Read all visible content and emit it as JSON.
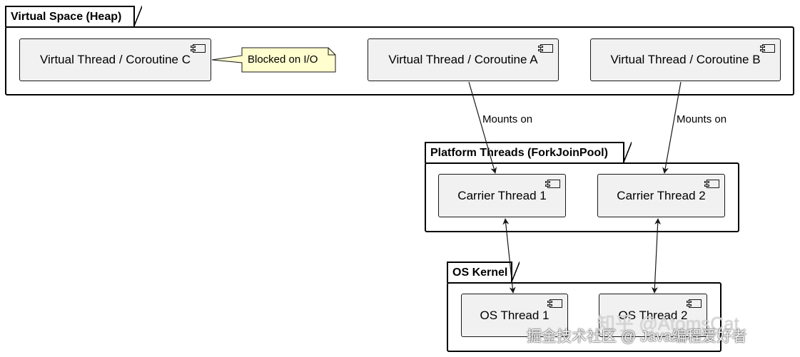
{
  "packages": {
    "virtual_space": "Virtual Space (Heap)",
    "platform_threads": "Platform Threads (ForkJoinPool)",
    "os_kernel": "OS Kernel"
  },
  "components": {
    "vt_c": "Virtual Thread / Coroutine C",
    "vt_a": "Virtual Thread / Coroutine A",
    "vt_b": "Virtual Thread / Coroutine B",
    "carrier_1": "Carrier Thread 1",
    "carrier_2": "Carrier Thread 2",
    "os_1": "OS Thread 1",
    "os_2": "OS Thread 2"
  },
  "note": "Blocked on I/O",
  "edge_labels": {
    "a_to_carrier1": "Mounts on",
    "b_to_carrier2": "Mounts on"
  },
  "watermarks": {
    "top": "知乎 @AtomsCat",
    "bottom": "掘金技术社区 @ Java编程爱好者"
  },
  "colors": {
    "component_fill": "#f1f1f1",
    "note_fill": "#fefece",
    "line": "#181818"
  }
}
